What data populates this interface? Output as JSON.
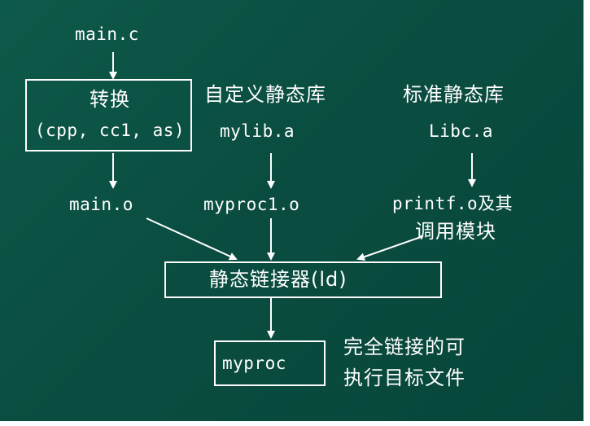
{
  "nodes": {
    "main_c": "main.c",
    "convert_title": "转换",
    "convert_tools": "(cpp, cc1, as)",
    "custom_lib_title": "自定义静态库",
    "mylib_a": "mylib.a",
    "std_lib_title": "标准静态库",
    "libc_a": "Libc.a",
    "main_o": "main.o",
    "myproc1_o": "myproc1.o",
    "printf_o_line1": "printf.o及其",
    "printf_o_line2": "调用模块",
    "linker": "静态链接器(ld)",
    "myproc": "myproc",
    "output_desc_line1": "完全链接的可",
    "output_desc_line2": "执行目标文件"
  },
  "colors": {
    "background": "#0a4d40",
    "foreground": "#ffffff"
  }
}
